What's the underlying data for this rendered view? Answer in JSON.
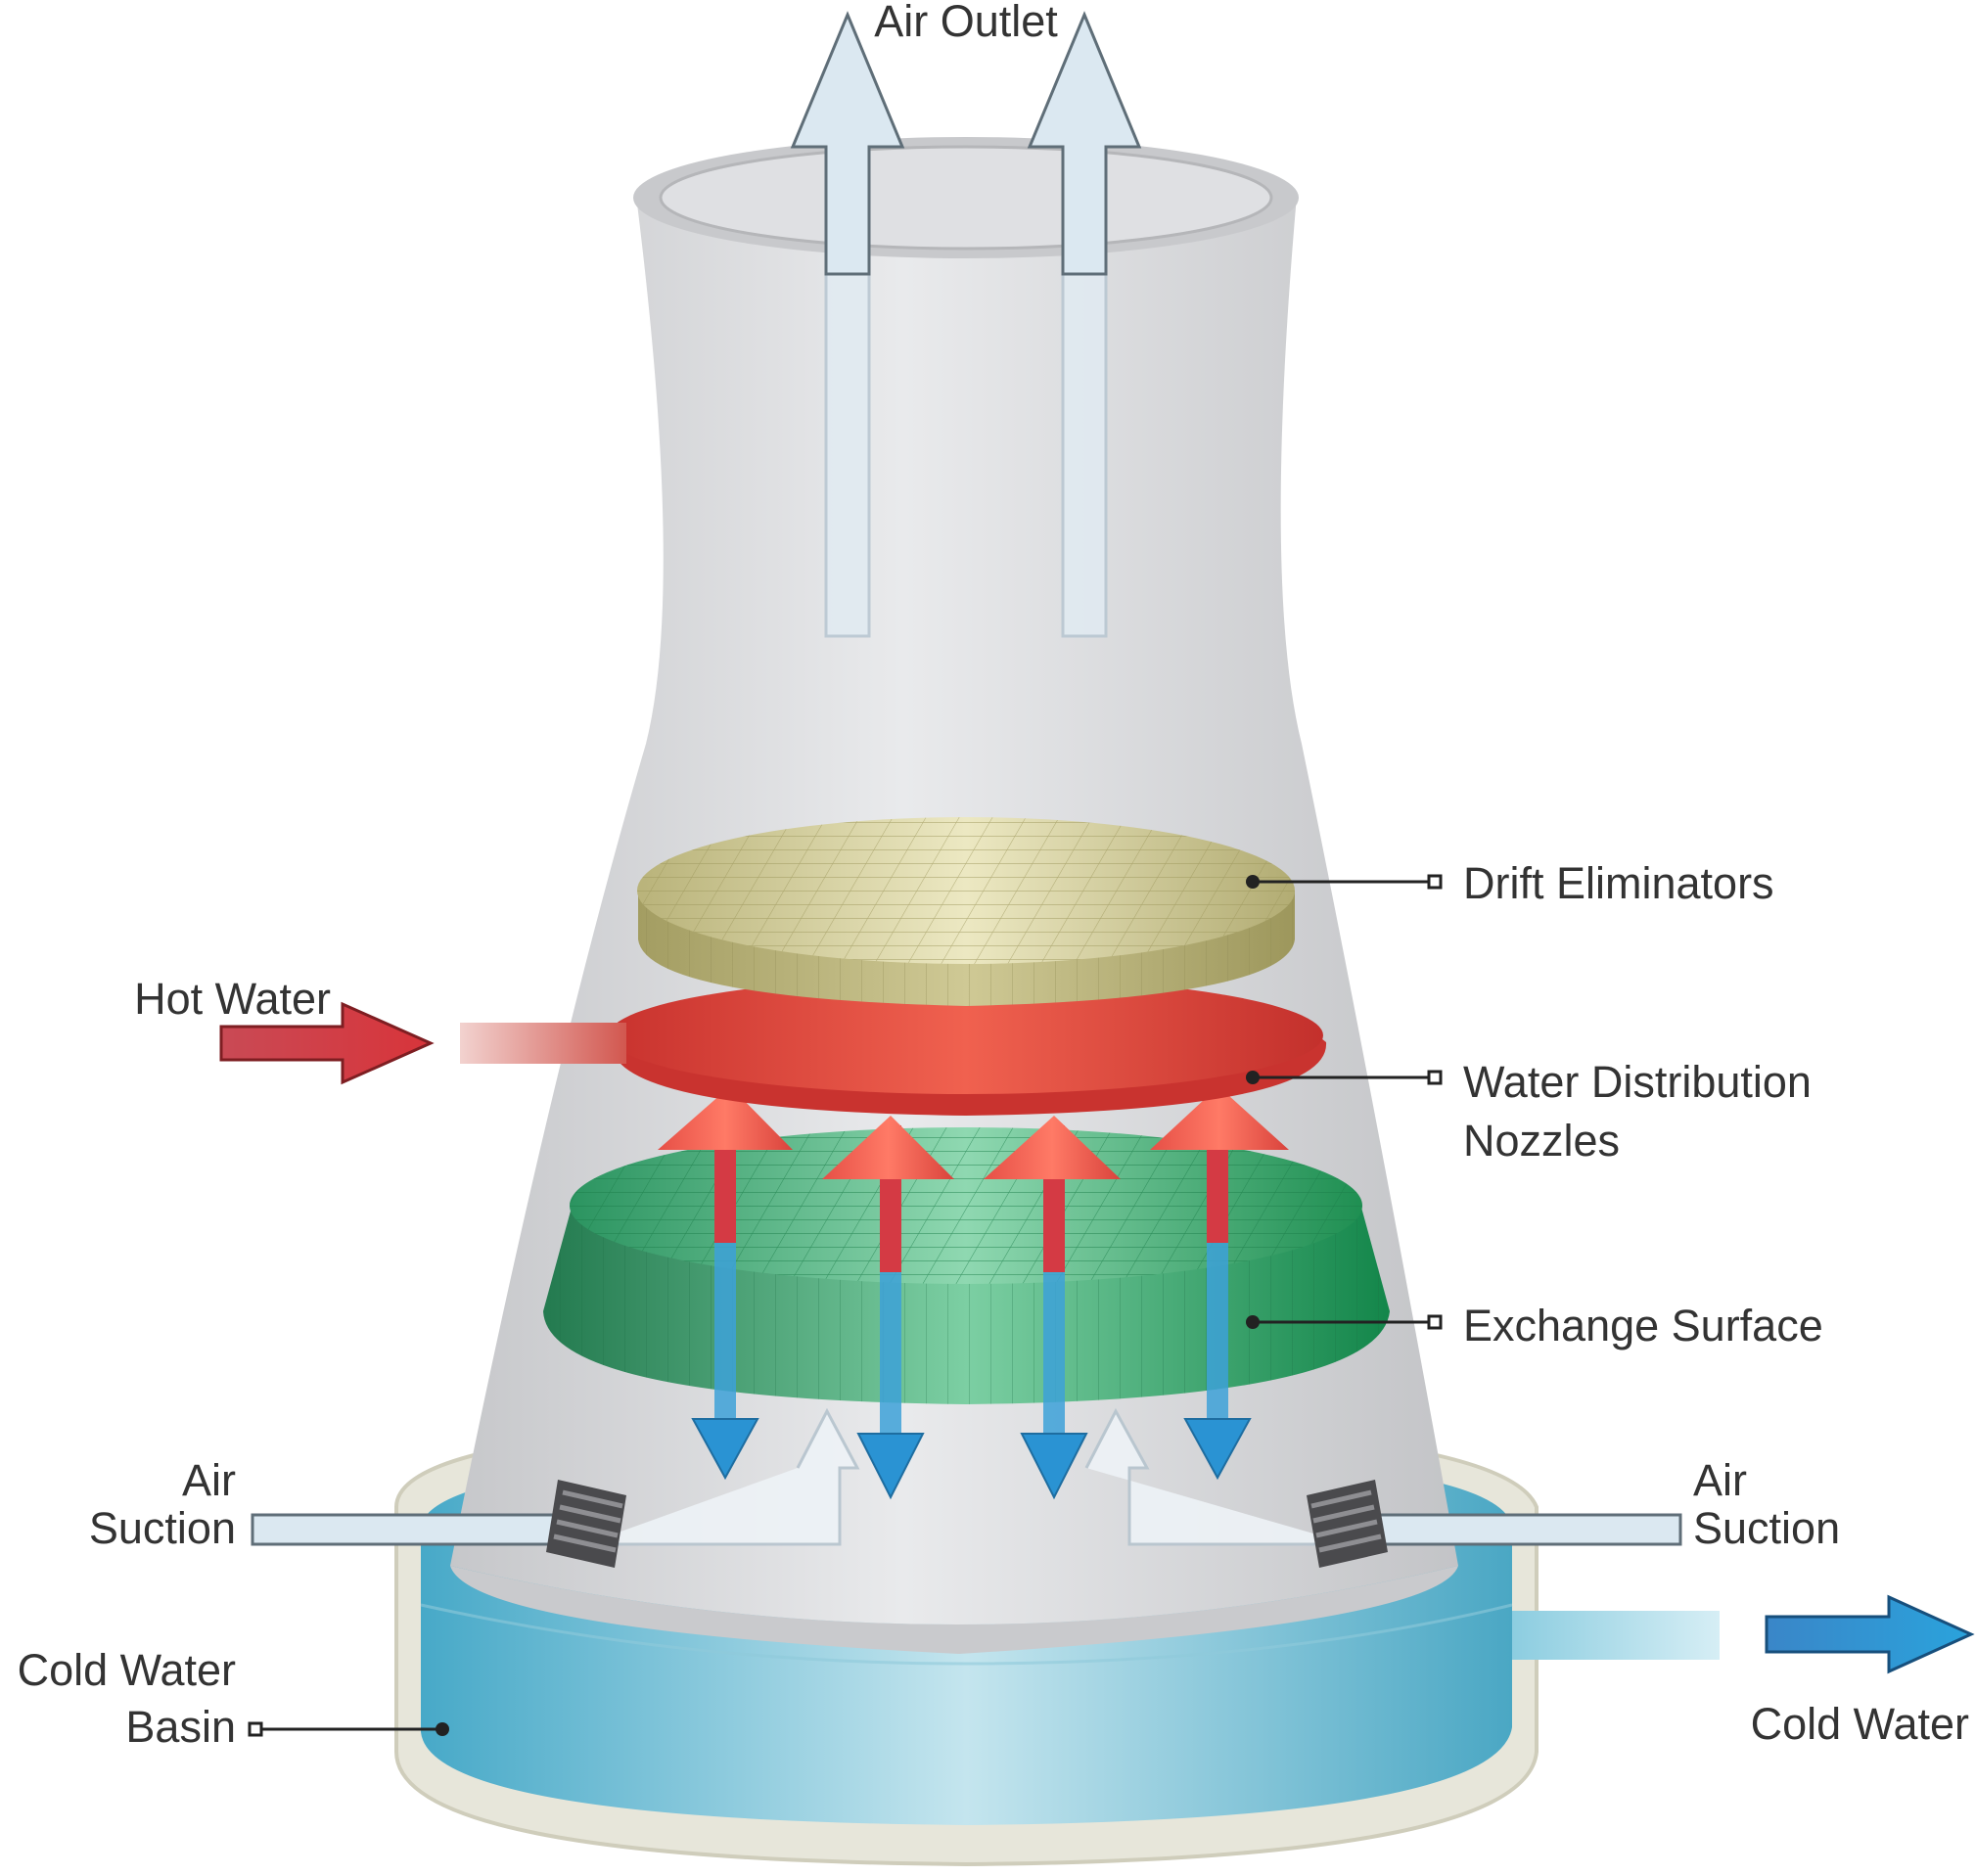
{
  "labels": {
    "air_outlet": "Air Outlet",
    "drift_eliminators": "Drift Eliminators",
    "hot_water": "Hot Water",
    "water_distribution_1": "Water Distribution",
    "water_distribution_2": "Nozzles",
    "exchange_surface": "Exchange Surface",
    "air_suction_left_1": "Air",
    "air_suction_left_2": "Suction",
    "air_suction_right_1": "Air",
    "air_suction_right_2": "Suction",
    "cold_water_basin_1": "Cold Water",
    "cold_water_basin_2": "Basin",
    "cold_water": "Cold Water"
  },
  "colors": {
    "tower": "#dcdde0",
    "drift_eliminators": "#d6d19a",
    "distribution": "#d8423a",
    "exchange": "#2fa86a",
    "water": "#6fc3da",
    "hot_arrow": "#cf3a3f",
    "cold_arrow": "#2a8fd0",
    "air_arrow": "#dbe8f1"
  }
}
